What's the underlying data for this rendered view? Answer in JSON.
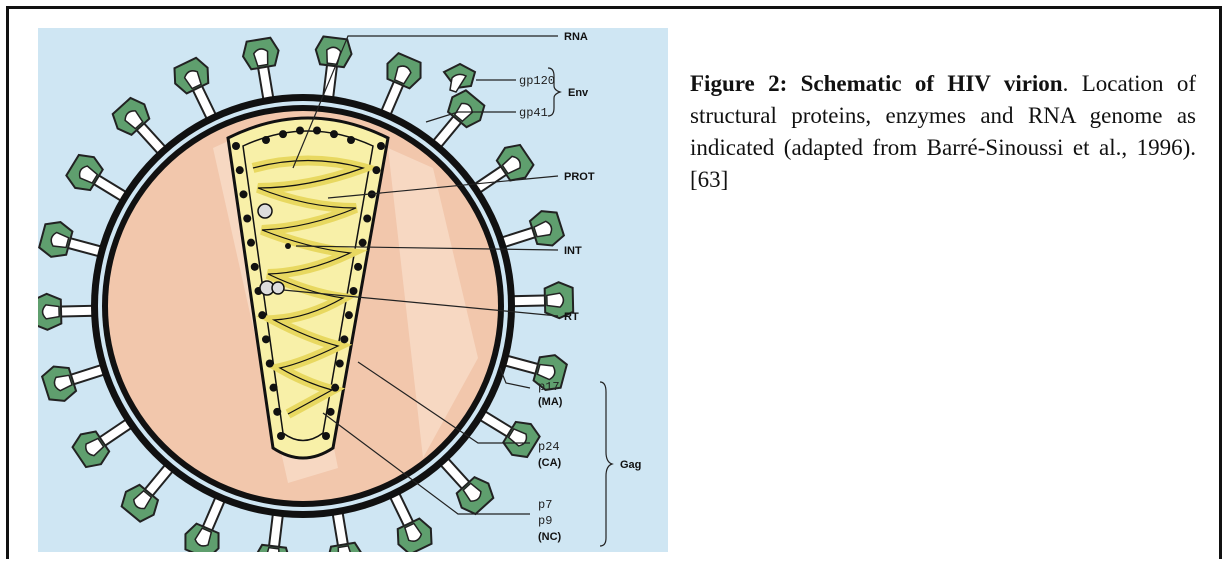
{
  "labels": {
    "rna": "RNA",
    "gp120": "gp120",
    "gp41": "gp41",
    "env": "Env",
    "prot": "PROT",
    "int": "INT",
    "rt": "RT",
    "p17": "p17",
    "ma": "(MA)",
    "p24": "p24",
    "ca": "(CA)",
    "gag": "Gag",
    "p7": "p7",
    "p9": "p9",
    "nc": "(NC)"
  },
  "caption": {
    "title": "Figure 2: Schematic of HIV virion",
    "title_end": ".",
    "body": "Location of structural proteins, enzymes and RNA genome as indicated (adapted from Barré-Sinoussi et al., 1996). [63]"
  },
  "colors": {
    "background": "#cfe6f3",
    "core": "#f8f0a8",
    "capsid_fill": "#f2c7ac",
    "spike_green": "#5f9f6e"
  }
}
